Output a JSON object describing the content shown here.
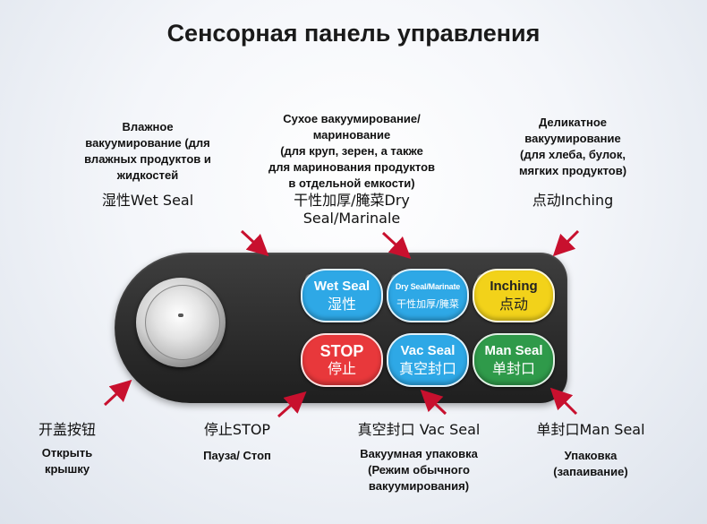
{
  "title": "Сенсорная панель управления",
  "functions": {
    "wet_seal": {
      "desc_lines": [
        "Влажное",
        "вакуумирование (для",
        "влажных продуктов и",
        "жидкостей"
      ],
      "label": "湿性Wet Seal",
      "button_en": "Wet Seal",
      "button_cn": "湿性",
      "color": "#2ea8e6"
    },
    "dry_seal": {
      "desc_lines": [
        "Сухое вакуумирование/",
        "маринование",
        "(для круп, зерен, а также",
        "для маринования продуктов",
        "в отдельной емкости)"
      ],
      "label": "干性加厚/腌菜Dry Seal/Marinale",
      "button_en": "Dry Seal/Marinate",
      "button_cn": "干性加厚/腌菜",
      "color": "#2ea8e6"
    },
    "inching": {
      "desc_lines": [
        "Деликатное",
        "вакуумирование",
        "(для хлеба, булок,",
        "мягких продуктов)"
      ],
      "label": "点动Inching",
      "button_en": "Inching",
      "button_cn": "点动",
      "color": "#f2d21a"
    },
    "open_lid": {
      "label": "开盖按钮",
      "desc_lines": [
        "Открыть",
        "крышку"
      ]
    },
    "stop": {
      "label": "停止STOP",
      "desc_lines": [
        "Пауза/ Стоп"
      ],
      "button_en": "STOP",
      "button_cn": "停止",
      "color": "#e8383b"
    },
    "vac_seal": {
      "label": "真空封口 Vac Seal",
      "desc_lines": [
        "Вакуумная упаковка",
        "(Режим обычного",
        "вакуумирования)"
      ],
      "button_en": "Vac Seal",
      "button_cn": "真空封口",
      "color": "#2ea8e6"
    },
    "man_seal": {
      "label": "单封口Man Seal",
      "desc_lines": [
        "Упаковка",
        "(запаивание)"
      ],
      "button_en": "Man Seal",
      "button_cn": "单封口",
      "color": "#2f9a4a"
    }
  },
  "colors": {
    "panel": "#2b2b2b",
    "arrow": "#c8102e"
  }
}
